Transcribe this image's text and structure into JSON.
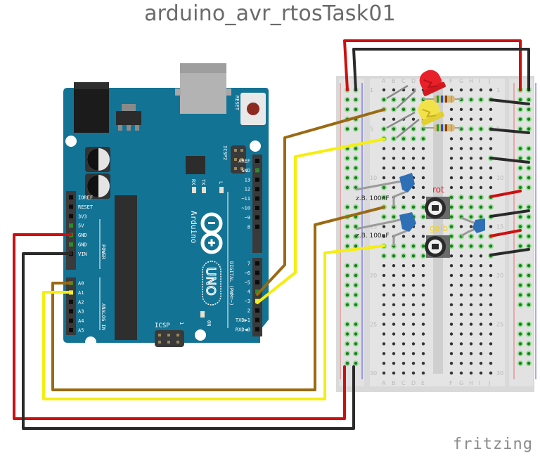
{
  "title": "arduino_avr_rtosTask01",
  "brand": "fritzing",
  "colors": {
    "board": "#137394",
    "wire_red": "#cc1010",
    "wire_black": "#2a2a2a",
    "wire_brown": "#9a6a12",
    "wire_yellow": "#f5ee10",
    "breadboard": "#d9d9d9",
    "hole_active": "#3fbf3f"
  },
  "arduino": {
    "name_label": "Arduino",
    "model_label": "UNO",
    "reset_label": "RESET",
    "icsp2_label": "ICSP2",
    "icsp_label": "ICSP",
    "icsp_pin1_label": "1",
    "led_labels": [
      "RX",
      "TX",
      "L",
      "ON"
    ],
    "power_group_label": "POWER",
    "analog_group_label": "ANALOG IN",
    "digital_group_label": "DIGITAL (PWM=~)",
    "power_pins": [
      "IOREF",
      "RESET",
      "3V3",
      "5V",
      "GND",
      "GND",
      "VIN"
    ],
    "analog_pins": [
      "A0",
      "A1",
      "A2",
      "A3",
      "A4",
      "A5"
    ],
    "digital_pins_upper": [
      "AREF",
      "GND",
      "13",
      "12",
      "~11",
      "~10",
      "~9",
      "8"
    ],
    "digital_pins_lower": [
      "7",
      "~6",
      "~5",
      "4",
      "~3",
      "2",
      "TXD▶1",
      "RXD◀0"
    ]
  },
  "breadboard": {
    "columns_left": [
      "A",
      "B",
      "C",
      "D",
      "E"
    ],
    "columns_right": [
      "F",
      "G",
      "H",
      "I",
      "J"
    ],
    "row_markers": [
      "1",
      "5",
      "10",
      "15",
      "20",
      "25",
      "30"
    ]
  },
  "components": {
    "capacitor_label_1": "z.B. 100nF",
    "capacitor_label_2": "z.B. 100nF",
    "pot_label_red": "rot",
    "pot_label_yellow": "gelb",
    "led_red_color": "#e8202a",
    "led_yellow_color": "#f2e24a"
  },
  "connections": [
    {
      "from": "Arduino 5V",
      "to": "Breadboard bottom-left + rail",
      "wire": "red"
    },
    {
      "from": "Arduino GND",
      "to": "Breadboard bottom-left - rail",
      "wire": "black"
    },
    {
      "from": "Arduino A0",
      "to": "Breadboard A13",
      "wire": "brown"
    },
    {
      "from": "Arduino A1",
      "to": "Breadboard A17",
      "wire": "yellow"
    },
    {
      "from": "Arduino 4",
      "to": "Breadboard A2",
      "wire": "brown"
    },
    {
      "from": "Arduino ~3",
      "to": "Breadboard A5",
      "wire": "yellow"
    },
    {
      "from": "Breadboard top-left rails",
      "to": "Breadboard top-right rails",
      "wire": "red/black"
    }
  ]
}
